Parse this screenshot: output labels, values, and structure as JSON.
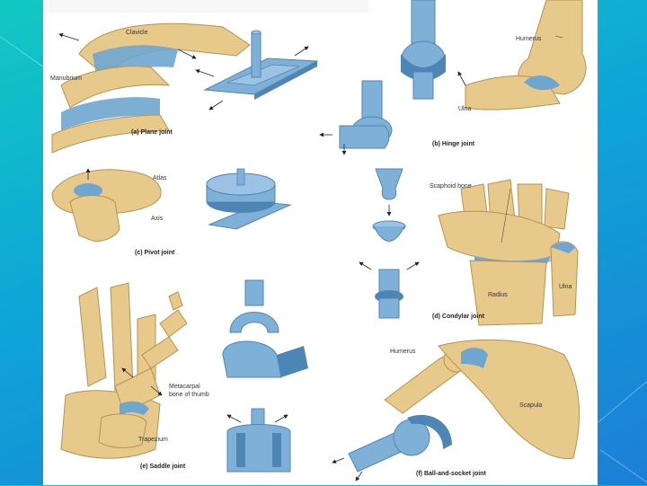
{
  "colors": {
    "bone": "#e8c98c",
    "bone_dark": "#c9a262",
    "cartilage": "#6fa6d0",
    "model": "#7fb1d8",
    "model_dark": "#4d86b5",
    "background_left": "#12c9c2",
    "background_right": "#1c7fd6"
  },
  "panels": {
    "plane": {
      "caption": "(a) Plane joint",
      "labels": {
        "clavicle": "Clavicle",
        "manubrium": "Manubrium"
      }
    },
    "hinge": {
      "caption": "(b) Hinge joint",
      "labels": {
        "humerus": "Humerus",
        "ulna": "Ulna"
      }
    },
    "pivot": {
      "caption": "(c) Pivot joint",
      "labels": {
        "atlas": "Atlas",
        "axis": "Axis"
      }
    },
    "condylar": {
      "caption": "(d) Condylar joint",
      "labels": {
        "scaphoid": "Scaphoid bone",
        "radius": "Radius",
        "ulna": "Ulna"
      }
    },
    "saddle": {
      "caption": "(e) Saddle joint",
      "labels": {
        "metacarpal_line1": "Metacarpal",
        "metacarpal_line2": "bone of thumb",
        "trapezium": "Trapezium"
      }
    },
    "ball_socket": {
      "caption": "(f) Ball-and-socket joint",
      "labels": {
        "humerus": "Humerus",
        "scapula": "Scapula"
      }
    }
  }
}
